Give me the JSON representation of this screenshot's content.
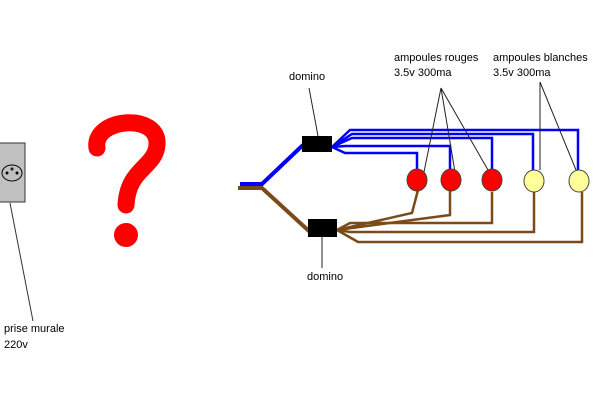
{
  "labels": {
    "domino_top": "domino",
    "domino_bottom": "domino",
    "red_bulbs": "ampoules rouges",
    "red_bulbs_spec": "3.5v 300ma",
    "white_bulbs": "ampoules blanches",
    "white_bulbs_spec": "3.5v 300ma",
    "outlet": "prise murale",
    "outlet_voltage": "220v"
  },
  "colors": {
    "live": "#0000ff",
    "neutral": "#7a4a1a",
    "red_bulb": "#ff0000",
    "white_bulb": "#ffff99",
    "question": "#ff0000",
    "outlet": "#c0c0c0"
  }
}
